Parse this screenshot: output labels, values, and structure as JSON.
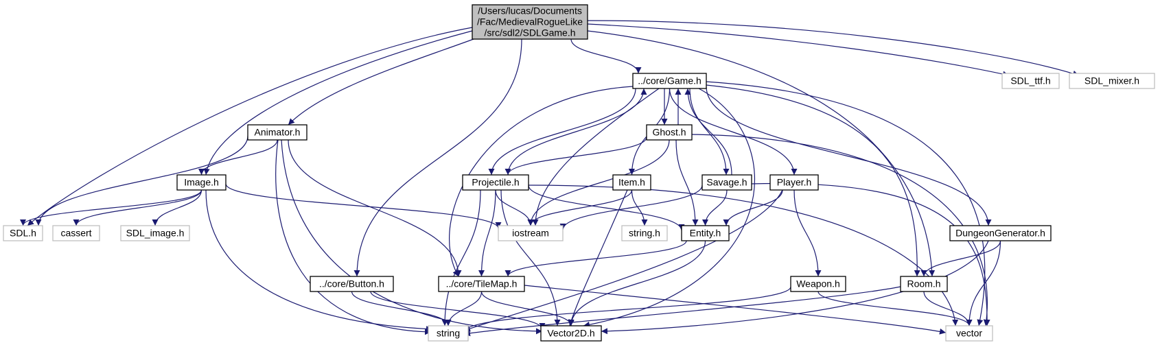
{
  "diagram": {
    "colors": {
      "edge": "#191970",
      "root_fill": "#bfbfbf",
      "local_border": "#000000",
      "external_border": "#bfbfbf",
      "text": "#000000"
    },
    "nodes": [
      {
        "id": "sdlgame",
        "lines": [
          "/Users/lucas/Documents",
          "/Fac/MedievalRogueLike",
          "/src/sdl2/SDLGame.h"
        ],
        "kind": "root"
      },
      {
        "id": "game",
        "lines": [
          "../core/Game.h"
        ],
        "kind": "local"
      },
      {
        "id": "sdl_ttf",
        "lines": [
          "SDL_ttf.h"
        ],
        "kind": "external"
      },
      {
        "id": "sdl_mixer",
        "lines": [
          "SDL_mixer.h"
        ],
        "kind": "external"
      },
      {
        "id": "ghost",
        "lines": [
          "Ghost.h"
        ],
        "kind": "local"
      },
      {
        "id": "animator",
        "lines": [
          "Animator.h"
        ],
        "kind": "local"
      },
      {
        "id": "image",
        "lines": [
          "Image.h"
        ],
        "kind": "local"
      },
      {
        "id": "projectile",
        "lines": [
          "Projectile.h"
        ],
        "kind": "local"
      },
      {
        "id": "item",
        "lines": [
          "Item.h"
        ],
        "kind": "local"
      },
      {
        "id": "savage",
        "lines": [
          "Savage.h"
        ],
        "kind": "local"
      },
      {
        "id": "player",
        "lines": [
          "Player.h"
        ],
        "kind": "local"
      },
      {
        "id": "sdl",
        "lines": [
          "SDL.h"
        ],
        "kind": "external"
      },
      {
        "id": "cassert",
        "lines": [
          "cassert"
        ],
        "kind": "external"
      },
      {
        "id": "sdl_image",
        "lines": [
          "SDL_image.h"
        ],
        "kind": "external"
      },
      {
        "id": "iostream",
        "lines": [
          "iostream"
        ],
        "kind": "external"
      },
      {
        "id": "stringh",
        "lines": [
          "string.h"
        ],
        "kind": "external"
      },
      {
        "id": "entity",
        "lines": [
          "Entity.h"
        ],
        "kind": "local"
      },
      {
        "id": "dungeon",
        "lines": [
          "DungeonGenerator.h"
        ],
        "kind": "local"
      },
      {
        "id": "button",
        "lines": [
          "../core/Button.h"
        ],
        "kind": "local"
      },
      {
        "id": "tilemap",
        "lines": [
          "../core/TileMap.h"
        ],
        "kind": "local"
      },
      {
        "id": "weapon",
        "lines": [
          "Weapon.h"
        ],
        "kind": "local"
      },
      {
        "id": "room",
        "lines": [
          "Room.h"
        ],
        "kind": "local"
      },
      {
        "id": "string",
        "lines": [
          "string"
        ],
        "kind": "external"
      },
      {
        "id": "vector2d",
        "lines": [
          "Vector2D.h"
        ],
        "kind": "local"
      },
      {
        "id": "vector",
        "lines": [
          "vector"
        ],
        "kind": "external"
      }
    ],
    "edges": [
      [
        "sdlgame",
        "game"
      ],
      [
        "sdlgame",
        "sdl_ttf"
      ],
      [
        "sdlgame",
        "sdl_mixer"
      ],
      [
        "sdlgame",
        "sdl"
      ],
      [
        "sdlgame",
        "image"
      ],
      [
        "sdlgame",
        "animator"
      ],
      [
        "sdlgame",
        "button"
      ],
      [
        "sdlgame",
        "room"
      ],
      [
        "game",
        "ghost"
      ],
      [
        "game",
        "projectile"
      ],
      [
        "game",
        "item"
      ],
      [
        "game",
        "savage"
      ],
      [
        "game",
        "player"
      ],
      [
        "game",
        "iostream"
      ],
      [
        "game",
        "tilemap"
      ],
      [
        "game",
        "room"
      ],
      [
        "game",
        "dungeon"
      ],
      [
        "game",
        "vector"
      ],
      [
        "game",
        "vector2d"
      ],
      [
        "ghost",
        "game"
      ],
      [
        "ghost",
        "projectile"
      ],
      [
        "ghost",
        "iostream"
      ],
      [
        "ghost",
        "entity"
      ],
      [
        "ghost",
        "vector"
      ],
      [
        "animator",
        "image"
      ],
      [
        "animator",
        "sdl"
      ],
      [
        "animator",
        "string"
      ],
      [
        "animator",
        "vector2d"
      ],
      [
        "animator",
        "tilemap"
      ],
      [
        "image",
        "sdl"
      ],
      [
        "image",
        "cassert"
      ],
      [
        "image",
        "sdl_image"
      ],
      [
        "image",
        "iostream"
      ],
      [
        "image",
        "string"
      ],
      [
        "projectile",
        "game"
      ],
      [
        "projectile",
        "iostream"
      ],
      [
        "projectile",
        "entity"
      ],
      [
        "projectile",
        "tilemap"
      ],
      [
        "projectile",
        "string"
      ],
      [
        "projectile",
        "vector2d"
      ],
      [
        "projectile",
        "vector"
      ],
      [
        "item",
        "iostream"
      ],
      [
        "item",
        "stringh"
      ],
      [
        "item",
        "vector2d"
      ],
      [
        "savage",
        "game"
      ],
      [
        "savage",
        "entity"
      ],
      [
        "savage",
        "iostream"
      ],
      [
        "savage",
        "vector"
      ],
      [
        "player",
        "entity"
      ],
      [
        "player",
        "weapon"
      ],
      [
        "player",
        "string"
      ],
      [
        "entity",
        "tilemap"
      ],
      [
        "entity",
        "vector2d"
      ],
      [
        "dungeon",
        "room"
      ],
      [
        "dungeon",
        "vector"
      ],
      [
        "dungeon",
        "vector2d"
      ],
      [
        "button",
        "string"
      ],
      [
        "button",
        "vector2d"
      ],
      [
        "tilemap",
        "string"
      ],
      [
        "tilemap",
        "vector2d"
      ],
      [
        "tilemap",
        "vector"
      ],
      [
        "weapon",
        "string"
      ],
      [
        "weapon",
        "vector"
      ],
      [
        "room",
        "string"
      ],
      [
        "room",
        "vector"
      ]
    ]
  }
}
